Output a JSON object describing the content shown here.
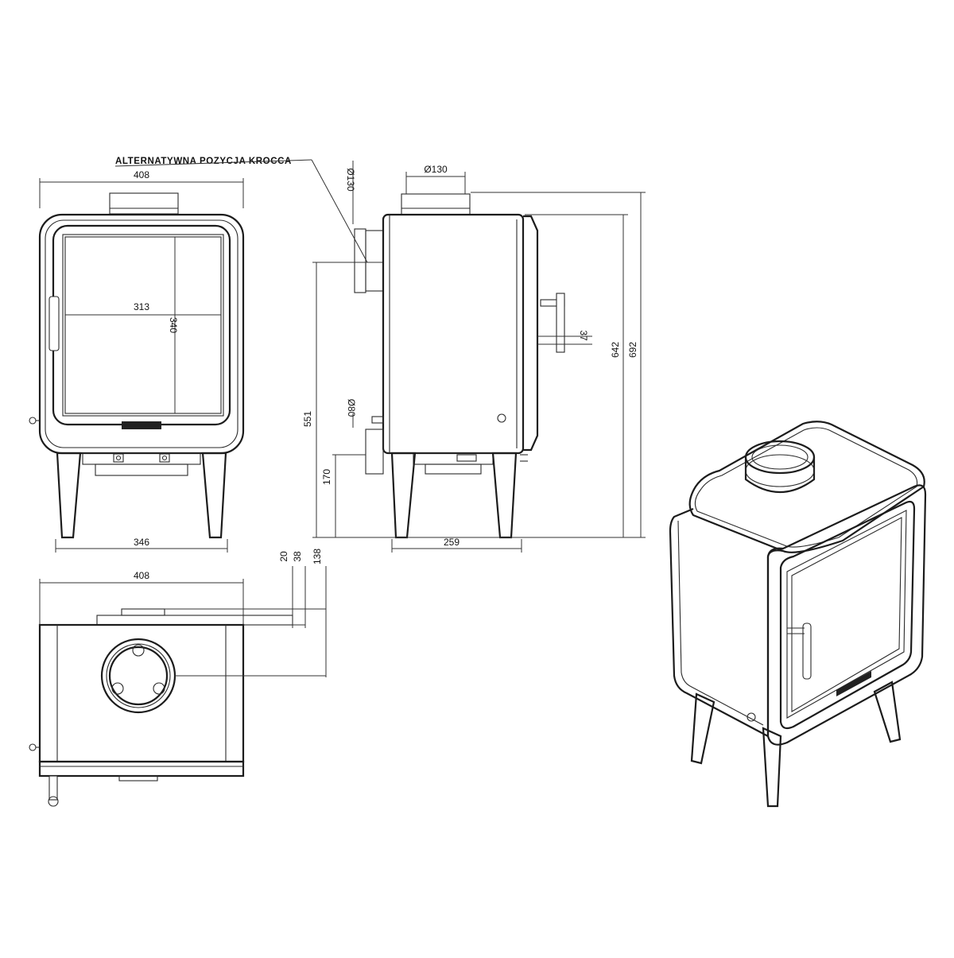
{
  "annotation": {
    "alt_position": "ALTERNATYWNA POZYCJA KROCCA"
  },
  "front_view": {
    "width_top": "408",
    "glass_width": "313",
    "glass_height": "340",
    "legs_width": "346"
  },
  "side_view": {
    "flue_diameter": "Ø130",
    "rear_flue_diameter": "Ø130",
    "air_inlet_diameter": "Ø80",
    "rear_outlet_height": "551",
    "air_inlet_height": "170",
    "handle_offset": "37",
    "body_height": "642",
    "total_height": "692",
    "legs_depth": "259"
  },
  "top_view": {
    "width": "408",
    "offset_a": "20",
    "offset_b": "38",
    "offset_c": "138"
  }
}
